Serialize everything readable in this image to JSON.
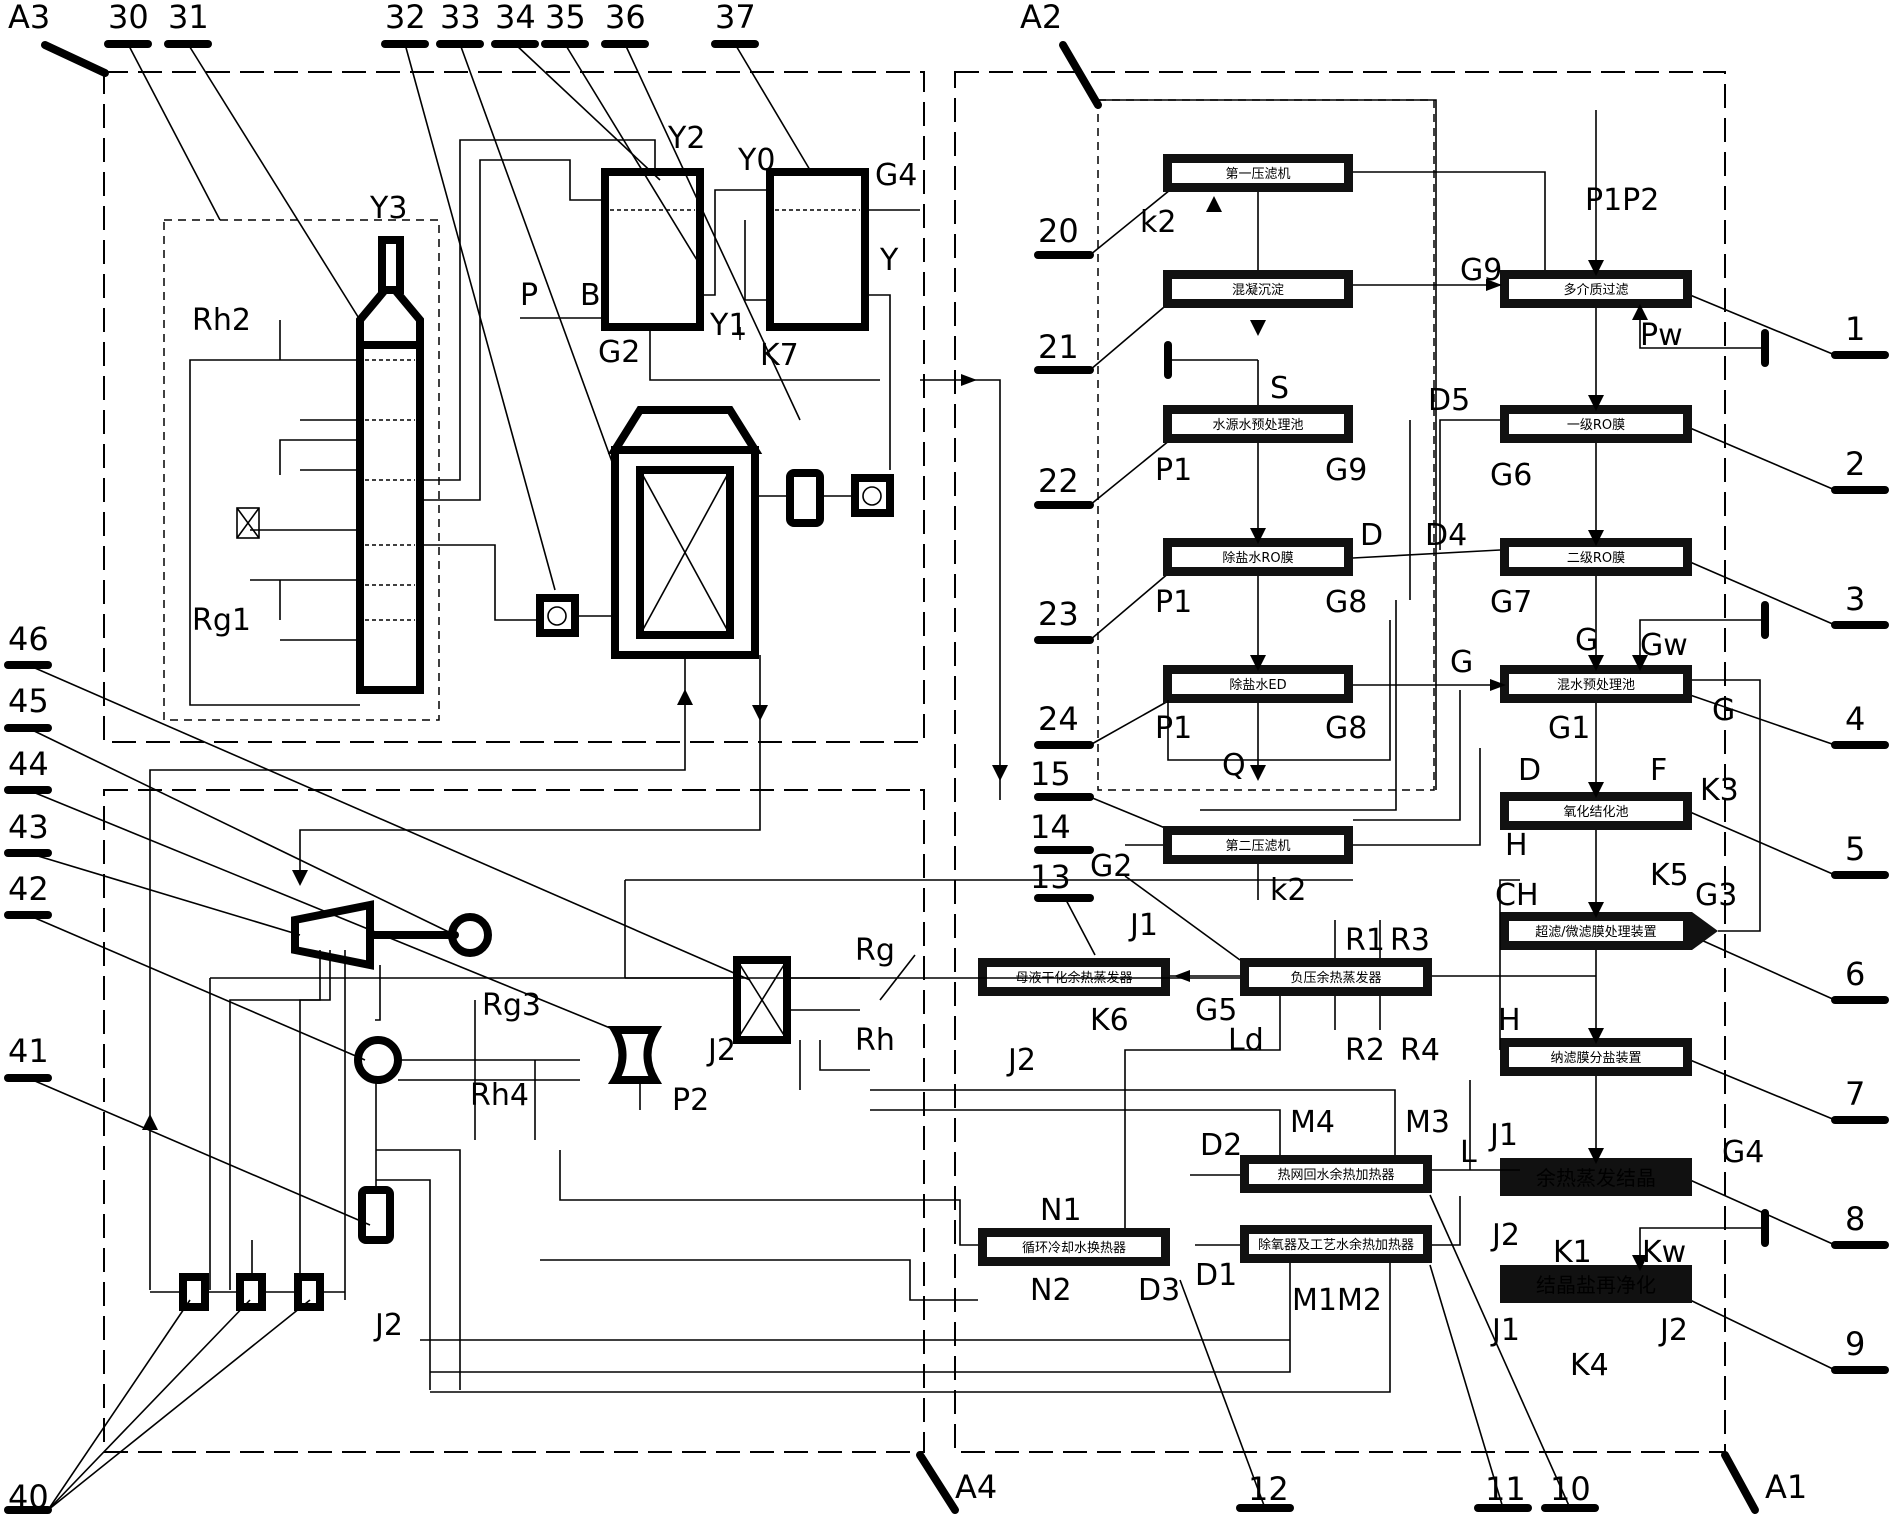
{
  "region_labels": [
    "A1",
    "A2",
    "A3",
    "A4"
  ],
  "component_numbers": [
    "1",
    "2",
    "3",
    "4",
    "5",
    "6",
    "7",
    "8",
    "9",
    "10",
    "11",
    "12",
    "13",
    "14",
    "15",
    "20",
    "21",
    "22",
    "23",
    "24",
    "30",
    "31",
    "32",
    "33",
    "34",
    "35",
    "36",
    "37",
    "40",
    "41",
    "42",
    "43",
    "44",
    "45",
    "46"
  ],
  "devices": {
    "first_filter_press": "第一压滤机",
    "coagulation_settling": "混凝沉淀",
    "desulfur_pretreat_tank": "水源水预处理池",
    "desalt_ro": "除盐水RO膜",
    "desalt_ed": "除盐水ED",
    "multimedia_filter": "多介质过滤",
    "ro_stage1": "一级RO膜",
    "ro_stage2": "二级RO膜",
    "wastewater_pretreat_tank": "混水预处理池",
    "oxidation_tank": "氧化结化池",
    "ultra_filter": "超滤/微滤膜处理装置",
    "nano_filter": "纳滤膜分盐装置",
    "second_filter_press": "第二压滤机",
    "dry_evaporator": "母液干化余热蒸发器",
    "vacuum_evaporator": "负压余热蒸发器",
    "heat_net_heater": "热网回水余热加热器",
    "deaerator_heater": "除氧器及工艺水余热加热器",
    "cooling_heat_exchanger": "循环冷却水换热器",
    "waste_heat_crystal": "余热蒸发结晶",
    "salt_purify": "结晶盐再净化"
  },
  "stream_labels": {
    "y3": "Y3",
    "y2": "Y2",
    "y0": "Y0",
    "y1": "Y1",
    "y": "Y",
    "g4_top": "G4",
    "k7": "K7",
    "b": "B",
    "p": "P",
    "g2_top": "G2",
    "rh2": "Rh2",
    "rg1": "Rg1",
    "k2_top": "k2",
    "p1p2": "P1P2",
    "g9_a": "G9",
    "pw": "Pw",
    "s": "S",
    "d5": "D5",
    "p1_a": "P1",
    "g9_b": "G9",
    "g6": "G6",
    "d": "D",
    "d4": "D4",
    "p1_b": "P1",
    "g8_a": "G8",
    "g7": "G7",
    "g_a": "G",
    "gw": "Gw",
    "g_b": "G",
    "p1_c": "P1",
    "g8_b": "G8",
    "q": "Q",
    "g1": "G1",
    "g_side": "G",
    "d_b": "D",
    "f": "F",
    "k3": "K3",
    "h_a": "H",
    "k5": "K5",
    "ch": "CH",
    "g3": "G3",
    "g2_mid": "G2",
    "k2_mid": "k2",
    "j1_a": "J1",
    "r1": "R1",
    "r3": "R3",
    "g5": "G5",
    "ld": "Ld",
    "r2": "R2",
    "r4": "R4",
    "h_b": "H",
    "k6": "K6",
    "j2_a": "J2",
    "rg": "Rg",
    "rh": "Rh",
    "j2_b": "J2",
    "rg3": "Rg3",
    "rh4": "Rh4",
    "p2": "P2",
    "m4": "M4",
    "m3": "M3",
    "d2": "D2",
    "l": "L",
    "j1_b": "J1",
    "g4_b": "G4",
    "j2_c": "J2",
    "k1": "K1",
    "kw": "Kw",
    "n1": "N1",
    "n2": "N2",
    "d3": "D3",
    "d1": "D1",
    "m1m2": "M1M2",
    "j2_d": "J2",
    "j1_c": "J1",
    "k4": "K4",
    "j2_e": "J2"
  }
}
